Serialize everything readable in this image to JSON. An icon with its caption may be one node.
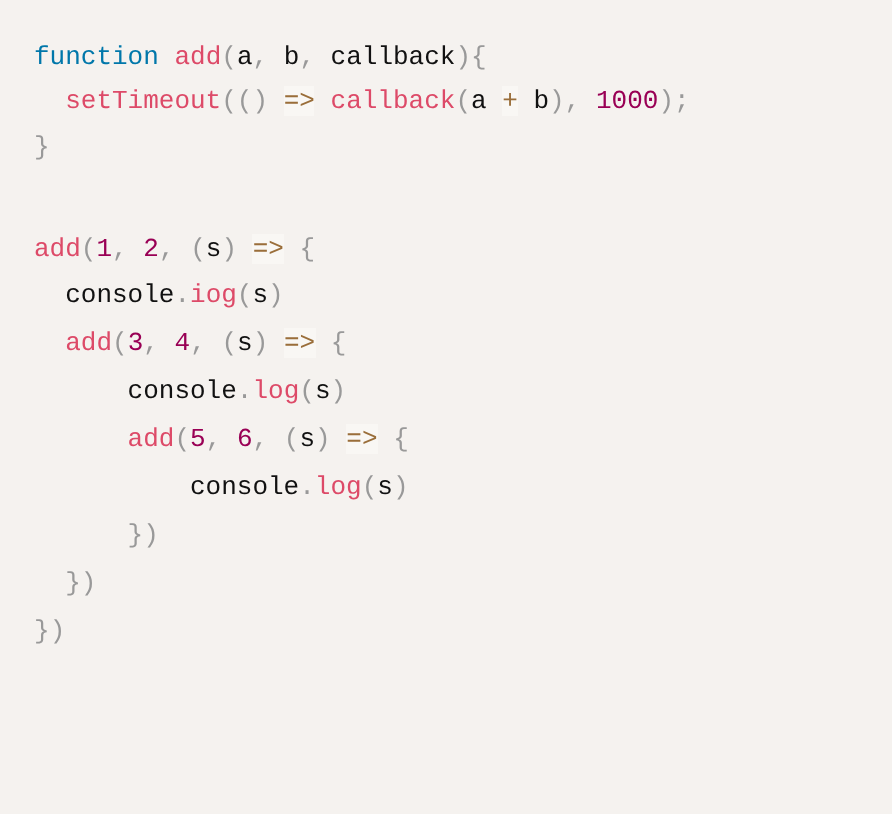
{
  "diagram": {
    "labels": [
      "function add(a, b, callback){",
      "setTimeout(() => callback(a + b), 1000);",
      "}",
      "add(1, 2, (s) => {",
      "console.iog(s)",
      "add(3, 4, (s) => {",
      "console.log(s)",
      "add(5, 6, (s) => {",
      "console.log(s)",
      "})",
      "})",
      "})"
    ]
  }
}
